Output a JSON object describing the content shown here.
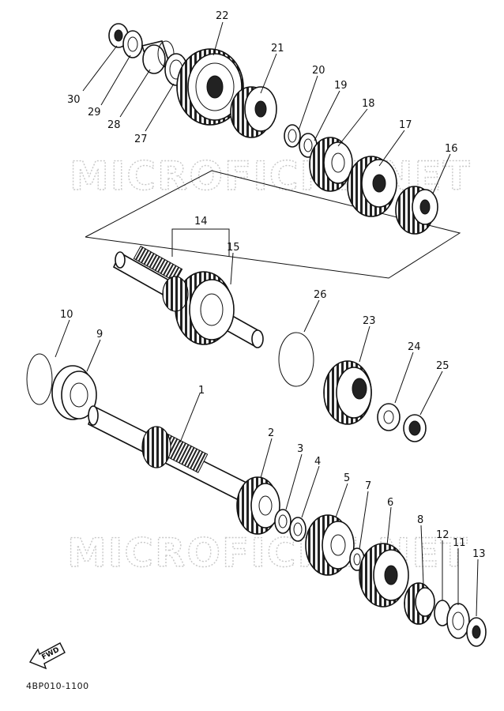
{
  "watermark": "MICROFICHE.NET",
  "diagram_code": "4BP010-1100",
  "fwd_label": "FWD",
  "parts": [
    "1",
    "2",
    "3",
    "4",
    "5",
    "6",
    "7",
    "8",
    "9",
    "10",
    "11",
    "12",
    "13",
    "14",
    "15",
    "16",
    "17",
    "18",
    "19",
    "20",
    "21",
    "22",
    "23",
    "24",
    "25",
    "26",
    "27",
    "28",
    "29",
    "30"
  ]
}
